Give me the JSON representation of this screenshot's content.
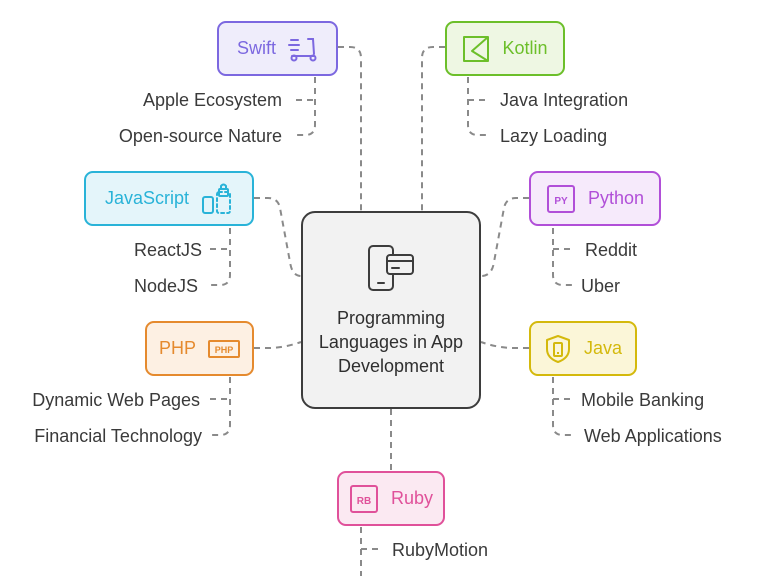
{
  "center": {
    "title": "Programming Languages in App Development",
    "icon": "mobile-payment-icon"
  },
  "branches": {
    "swift": {
      "label": "Swift",
      "icon": "scooter-icon",
      "color": "#7c68e0",
      "bg": "#efedfb",
      "leaves": [
        "Apple Ecosystem",
        "Open-source Nature"
      ]
    },
    "kotlin": {
      "label": "Kotlin",
      "icon": "kotlin-logo-icon",
      "color": "#6cbf2a",
      "bg": "#eef7e3",
      "leaves": [
        "Java Integration",
        "Lazy Loading"
      ]
    },
    "javascript": {
      "label": "JavaScript",
      "icon": "lock-device-icon",
      "color": "#29b3d8",
      "bg": "#e4f5fa",
      "leaves": [
        "ReactJS",
        "NodeJS"
      ]
    },
    "python": {
      "label": "Python",
      "icon": "python-file-icon",
      "color": "#b14fd8",
      "bg": "#f6eafb",
      "leaves": [
        "Reddit",
        "Uber"
      ]
    },
    "php": {
      "label": "PHP",
      "icon": "php-icon",
      "color": "#e58a2e",
      "bg": "#fdf0e3",
      "leaves": [
        "Dynamic Web Pages",
        "Financial Technology"
      ]
    },
    "java": {
      "label": "Java",
      "icon": "shield-phone-icon",
      "color": "#d4b90c",
      "bg": "#fbf6d8",
      "leaves": [
        "Mobile Banking",
        "Web Applications"
      ]
    },
    "ruby": {
      "label": "Ruby",
      "icon": "ruby-file-icon",
      "color": "#e0519a",
      "bg": "#fbe9f2",
      "leaves": [
        "RubyMotion"
      ]
    }
  }
}
